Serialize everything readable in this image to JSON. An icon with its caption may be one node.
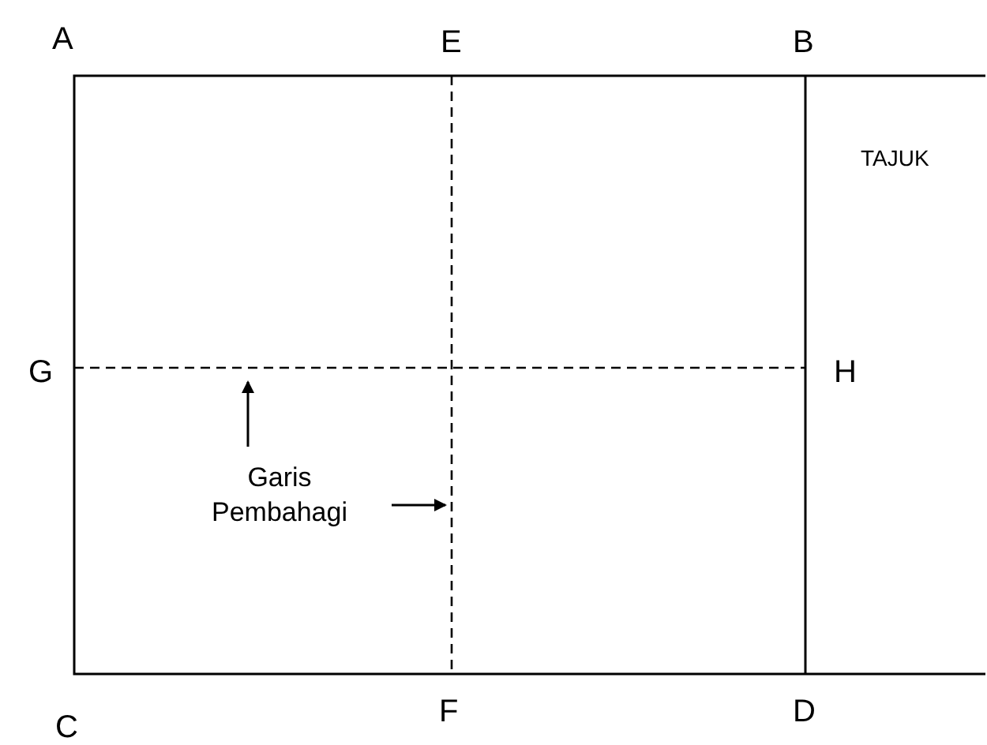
{
  "diagram": {
    "nodes": [
      {
        "text": [
          "Garis Pembahagi"
        ]
      },
      {
        "text": [],
        "shape": "line"
      },
      {
        "text": [],
        "shape": "line"
      }
    ],
    "edges": [
      {
        "from": 0,
        "to": 1,
        "arrow": "to"
      },
      {
        "from": 0,
        "to": 2,
        "arrow": "to"
      }
    ],
    "labels": [
      "A",
      "E",
      "B",
      "TAJUK",
      "G",
      "H",
      "C",
      "F",
      "D"
    ]
  }
}
